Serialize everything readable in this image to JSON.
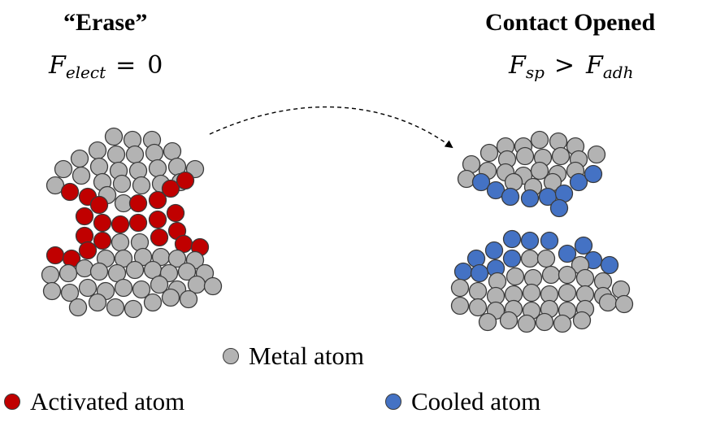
{
  "left_panel": {
    "title": "“Erase”",
    "equation": {
      "symbol": "F",
      "subscript": "elect",
      "operator": "=",
      "value": "0"
    }
  },
  "right_panel": {
    "title": "Contact Opened",
    "equation": {
      "lhs_symbol": "F",
      "lhs_subscript": "sp",
      "operator": ">",
      "rhs_symbol": "F",
      "rhs_subscript": "adh"
    }
  },
  "legend": {
    "metal": {
      "label": "Metal atom",
      "color": "#b3b3b3"
    },
    "activated": {
      "label": "Activated atom",
      "color": "#c00000"
    },
    "cooled": {
      "label": "Cooled atom",
      "color": "#4472c4"
    }
  },
  "colors": {
    "outline": "#3a3a3a",
    "arrow": "#000000"
  }
}
